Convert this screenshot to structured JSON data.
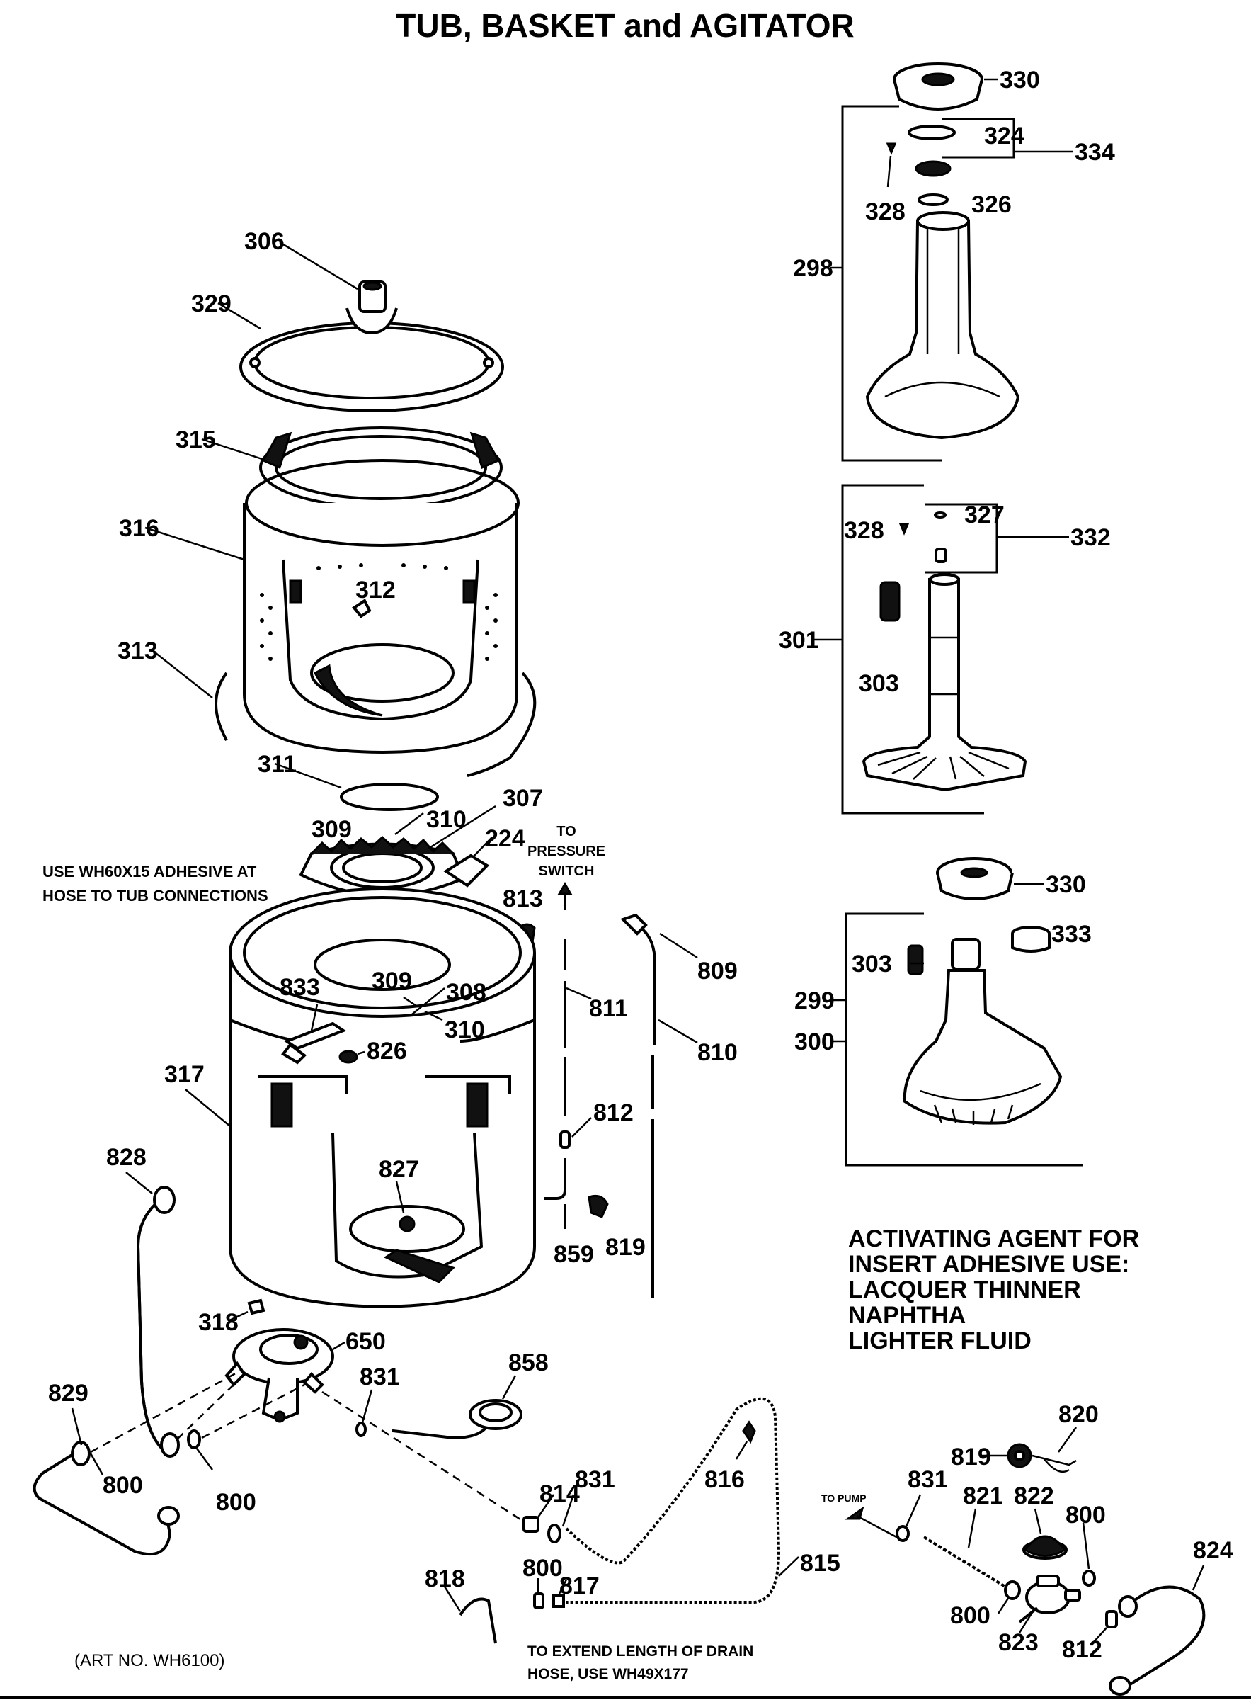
{
  "title": "TUB, BASKET and AGITATOR",
  "art_number": "(ART NO. WH6100)",
  "notes": {
    "adhesive_line1": "USE WH60X15 ADHESIVE AT",
    "adhesive_line2": "HOSE TO TUB CONNECTIONS",
    "pressure_line1": "TO",
    "pressure_line2": "PRESSURE",
    "pressure_line3": "SWITCH",
    "to_pump": "TO PUMP",
    "drain_line1": "TO EXTEND LENGTH OF DRAIN",
    "drain_line2": "HOSE, USE WH49X177",
    "activating_line1": "ACTIVATING AGENT FOR",
    "activating_line2": "INSERT ADHESIVE USE:",
    "activating_line3": "LACQUER THINNER",
    "activating_line4": "NAPHTHA",
    "activating_line5": "LIGHTER FLUID"
  },
  "callouts": {
    "c330a": "330",
    "c324": "324",
    "c334": "334",
    "c328a": "328",
    "c326": "326",
    "c298": "298",
    "c327": "327",
    "c328b": "328",
    "c332": "332",
    "c301": "301",
    "c303a": "303",
    "c330b": "330",
    "c333": "333",
    "c303b": "303",
    "c299": "299",
    "c300": "300",
    "c306": "306",
    "c329": "329",
    "c315": "315",
    "c316": "316",
    "c312": "312",
    "c313": "313",
    "c311": "311",
    "c309a": "309",
    "c310a": "310",
    "c307": "307",
    "c224": "224",
    "c813": "813",
    "c833": "833",
    "c309b": "309",
    "c308": "308",
    "c310b": "310",
    "c826": "826",
    "c317": "317",
    "c827": "827",
    "c811": "811",
    "c809": "809",
    "c810": "810",
    "c812a": "812",
    "c859": "859",
    "c819a": "819",
    "c828": "828",
    "c318": "318",
    "c650": "650",
    "c829": "829",
    "c800a": "800",
    "c800b": "800",
    "c831a": "831",
    "c858": "858",
    "c831b": "831",
    "c814": "814",
    "c816": "816",
    "c815": "815",
    "c800c": "800",
    "c817": "817",
    "c818": "818",
    "c820": "820",
    "c819b": "819",
    "c831c": "831",
    "c821": "821",
    "c822": "822",
    "c800d": "800",
    "c824": "824",
    "c800e": "800",
    "c823": "823",
    "c812b": "812"
  }
}
